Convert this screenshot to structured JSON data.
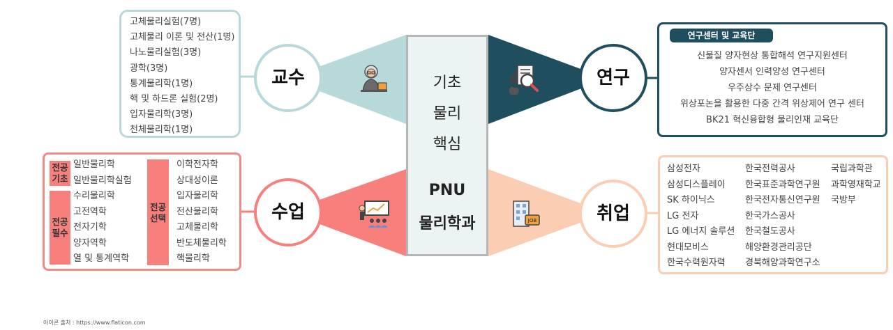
{
  "center": {
    "line1": "기초",
    "line2": "물리",
    "line3": "핵심",
    "line4": "PNU",
    "line5": "물리학과"
  },
  "sections": {
    "professors": "교수",
    "research": "연구",
    "classes": "수업",
    "jobs": "취업"
  },
  "professors": [
    "고체물리실험(7명)",
    "고체물리 이론 및 전산(1명)",
    "나노물리실험(3명)",
    "광학(3명)",
    "통계물리학(1명)",
    "핵 및 하드론 실험(2명)",
    "입자물리학(3명)",
    "천체물리학(1명)"
  ],
  "research": {
    "title": "연구센터 및 교육단",
    "items": [
      "신물질 양자현상 통합해석 연구지원센터",
      "양자센서 인력양성 연구센터",
      "우주상수 문제 연구센터",
      "위상포논을 활용한 다중 간격 위상제어 연구 센터",
      "BK21 혁신융합형 물리인재 교육단"
    ]
  },
  "classes": {
    "basic": {
      "tag1": "전공",
      "tag2": "기초",
      "courses": [
        "일반물리학",
        "일반물리학실험"
      ]
    },
    "required": {
      "tag1": "전공",
      "tag2": "필수",
      "courses": [
        "수리물리학",
        "고전역학",
        "전자기학",
        "양자역학",
        "열 및 통계역학"
      ]
    },
    "elective": {
      "tag1": "전공",
      "tag2": "선택",
      "courses": [
        "이학전자학",
        "상대성이론",
        "입자물리학",
        "전산물리학",
        "고체물리학",
        "반도체물리학",
        "핵물리학"
      ]
    }
  },
  "jobs": {
    "col1": [
      "삼성전자",
      "삼성디스플레이",
      "SK 하이닉스",
      "LG 전자",
      "LG 에너지 솔루션",
      "현대모비스",
      "한국수력원자력"
    ],
    "col2": [
      "한국전력공사",
      "한국표준과학연구원",
      "한국전자통신연구원",
      "한국가스공사",
      "한국철도공사",
      "해양환경관리공단",
      "경북해양과학연구소"
    ],
    "col3": [
      "국립과학관",
      "과학영재학교",
      "국방부"
    ]
  },
  "source_note": "아이콘 출처 : https://www.flaticon.com",
  "colors": {
    "professors": "#b7d9d9",
    "research": "#1f4e5f",
    "classes": "#f7807d",
    "jobs": "#fbcdb2",
    "center_fill": "#ebf4f3"
  },
  "icons": {
    "professors": "professor-icon",
    "research": "research-report-icon",
    "classes": "lecture-icon",
    "jobs": "office-building-job-icon"
  }
}
